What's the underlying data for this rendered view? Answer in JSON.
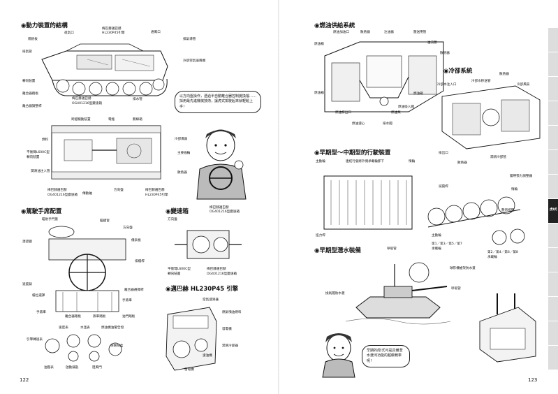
{
  "left_page": {
    "page_number": "122",
    "sections": {
      "power": "◉動力裝置的結構",
      "cockpit": "◉駕駛手席配置",
      "gearbox": "◉變速箱",
      "engine": "◉邁巴赫 HL230P45 引擎"
    },
    "power_labels": {
      "intake": "進氣口",
      "maybach1": "梅巴赫邁巴赫",
      "maybach1b": "HL230P45引擎",
      "exhaust_grille": "通風口",
      "exhaust_pipe": "排氣導管",
      "partition": "隔熱板",
      "exhaust": "排氣管",
      "cool": "冷卻空氣送風機",
      "turn": "轉向裝置",
      "clutch": "離合器踏板",
      "clutch_lever": "離合器調整桿",
      "maybach2": "梅巴赫邁巴赫",
      "maybach2b": "OG401216型變速箱",
      "drain": "排水管",
      "trans": "跨越驅動裝置",
      "generator": "電瓶",
      "hatch": "無線箱",
      "cool_fan": "冷卻風扇",
      "fuel_mark": "燃料",
      "gear_cl": "主要齒輪",
      "fan": "散熱器",
      "steer": "方向盤",
      "gauge": "空氣濾清器",
      "hyd": "平衡臂L600C型",
      "hyd2": "轉向裝置",
      "oil": "潤滑油注入管",
      "mb3": "梅巴赫邁巴赫",
      "mb3b": "OG401216型變速箱",
      "drive": "傳動軸",
      "mb4": "梅巴赫邁巴赫",
      "mb4b": "HL230P45引擎"
    },
    "bubble": "以方向盤操作，透過半自動離合器控制變換檔……採用最先進機械技術，讓虎式駕駛起來就輕鬆上手！",
    "cockpit_labels": {
      "sight": "瞄射手門蓋",
      "periscope": "瞄鏡窗",
      "steering": "方向盤",
      "instrument": "儀表板",
      "brake": "排檔桿",
      "speed": "速度錶",
      "shift": "檔位選擇",
      "clutch_lever": "離合器選擇桿",
      "side_brake": "手煞車",
      "hand_brake": "手煞車",
      "clutch_pedal": "離合器踏板",
      "gas_pedal": "油門踏板",
      "foot_brake": "煞車踏板",
      "starter": "引擎轉速表",
      "speedo": "速度表",
      "water": "水溫表",
      "oil_warn": "燃油機油警告燈",
      "fuse": "保險絲盒",
      "oil_pres": "油壓表",
      "ignition": "啟動鑰匙",
      "throttle": "阻風門",
      "mirror": "潛望鏡"
    },
    "gearbox_labels": {
      "maybach": "梅巴赫邁巴赫",
      "maybach_b": "OG401216型變速箱",
      "steering": "方向盤",
      "l600": "平衡臂L600C型",
      "l600b": "轉向裝置",
      "maybach2": "梅巴赫邁巴赫",
      "maybach2b": "OG401216型變速箱"
    },
    "engine_labels": {
      "air": "空氣濾清器",
      "fuel_pump": "燃氣噴油燃料",
      "carb": "發電機",
      "cool": "潤滑冷卻器",
      "oil_filter": "濾油機",
      "starter": "發電機"
    }
  },
  "right_page": {
    "page_number": "123",
    "sections": {
      "fuel": "◉燃油供給系統",
      "cooling": "◉冷卻系統",
      "early_mid": "◉早期型～中期型的行駛裝置",
      "deep": "◉早期型潛水裝備"
    },
    "fuel_labels": {
      "inlet": "燃油加油口",
      "radiator": "散熱器",
      "filler": "注油器",
      "main_pipe": "壓送用管",
      "overflow": "溢流管",
      "radiator2": "散熱器",
      "tank_l": "燃油箱",
      "tank_r": "燃油箱",
      "outlet": "燃油排出口",
      "pump": "燃油泵",
      "suction": "燃油吸入閥",
      "fuel_tank": "燃油箱",
      "filter": "燃油濾心",
      "drain": "排水閥"
    },
    "cooling_labels": {
      "radiator": "散熱器",
      "inlet": "冷卻水注入口",
      "transfer": "冷卻水移送管",
      "fan": "冷卻風扇",
      "outlet": "排出口",
      "fan2": "散熱器",
      "pipe": "潤滑冷卻管"
    },
    "track_labels": {
      "main": "主動輪",
      "ground": "連結行會將外側承載輪卸下",
      "idler": "惰輪",
      "tension": "履帶張力調整器",
      "shock": "減震桿",
      "idler2": "惰輪",
      "torsion": "扭力桿",
      "sprocket": "主動輪",
      "arm": "懸吊搖臂",
      "wheels1": "第1／第3／第5／第7",
      "wheels1b": "承載輪",
      "wheels2": "第2／第4／第6／第8",
      "wheels2b": "承載輪"
    },
    "deep_labels": {
      "snorkel": "呼吸管",
      "ball": "球形機槍架防水蓋",
      "valve": "換氣閥防水蓋",
      "snorkel2": "呼吸管"
    },
    "bubble": "早期的虎I式可是具備潛水渡河功能的超級戰車呢！",
    "tabs": [
      "",
      "",
      "",
      "",
      "",
      "",
      "",
      "虎I式",
      "",
      "",
      "",
      "",
      "",
      ""
    ]
  }
}
